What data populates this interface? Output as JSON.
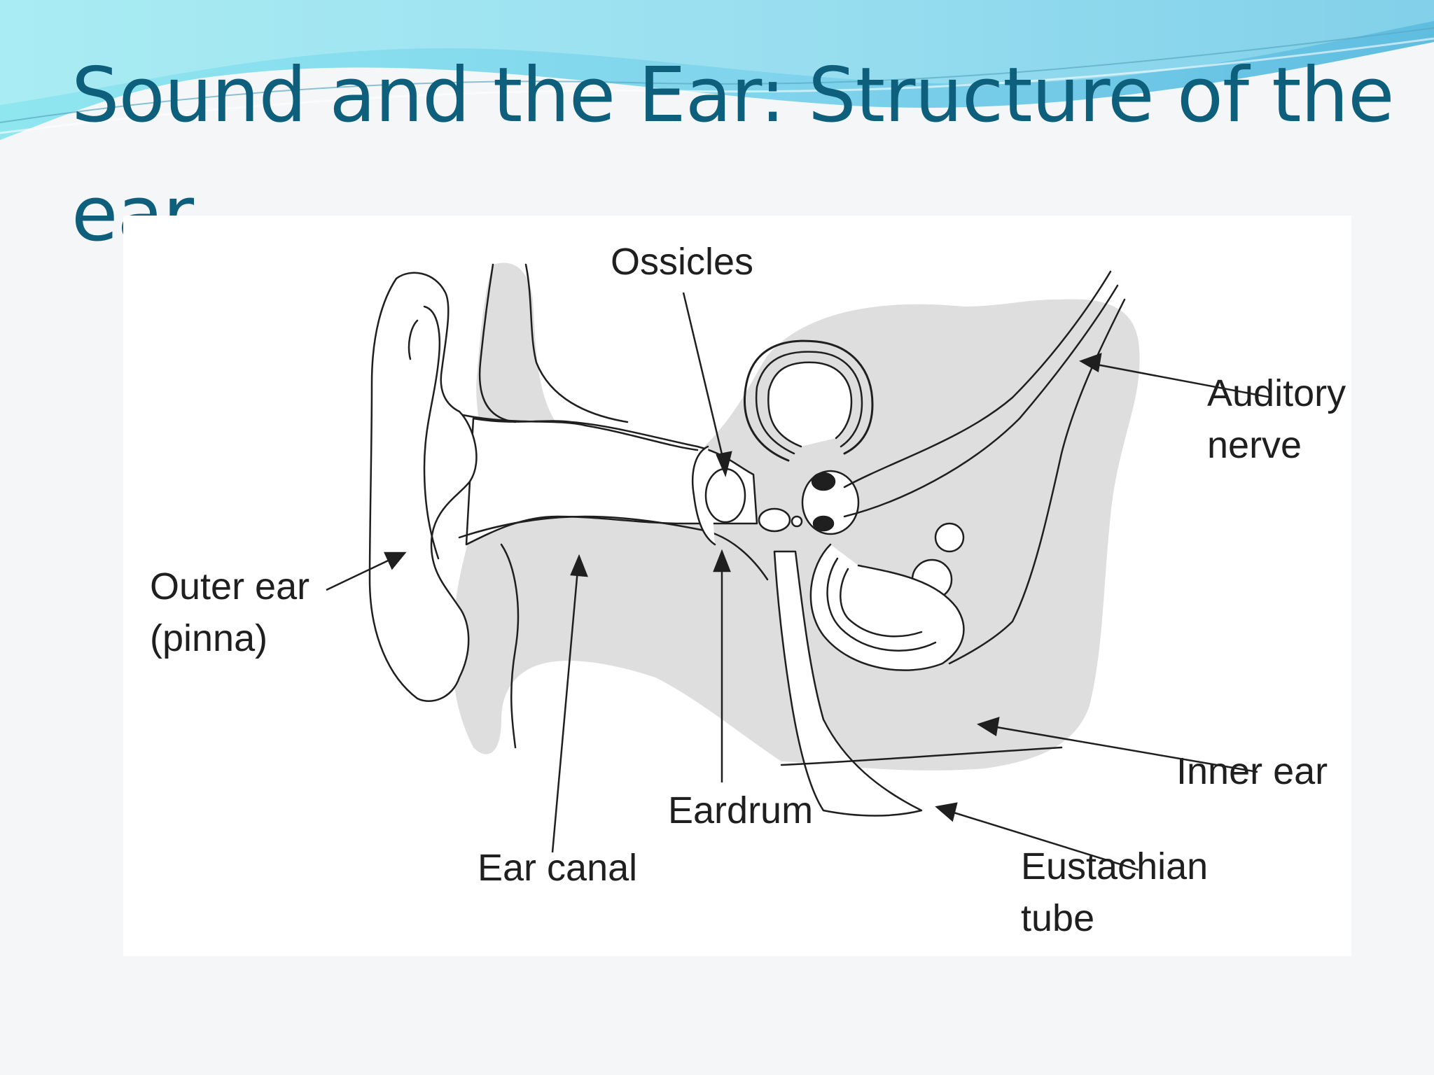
{
  "slide": {
    "title": "Sound and the Ear: Structure of the ear",
    "colors": {
      "title": "#0e5f7c",
      "banner_light": "#8fe6ef",
      "banner_dark": "#4fb8d8",
      "diagram_fill": "#dedede",
      "diagram_line": "#1f1f1f"
    }
  },
  "diagram": {
    "labels": {
      "ossicles": "Ossicles",
      "auditory_nerve_line1": "Auditory",
      "auditory_nerve_line2": "nerve",
      "outer_ear_line1": "Outer ear",
      "outer_ear_line2": "(pinna)",
      "inner_ear": "Inner ear",
      "eardrum": "Eardrum",
      "ear_canal": "Ear canal",
      "eustachian_line1": "Eustachian",
      "eustachian_line2": "tube"
    }
  }
}
